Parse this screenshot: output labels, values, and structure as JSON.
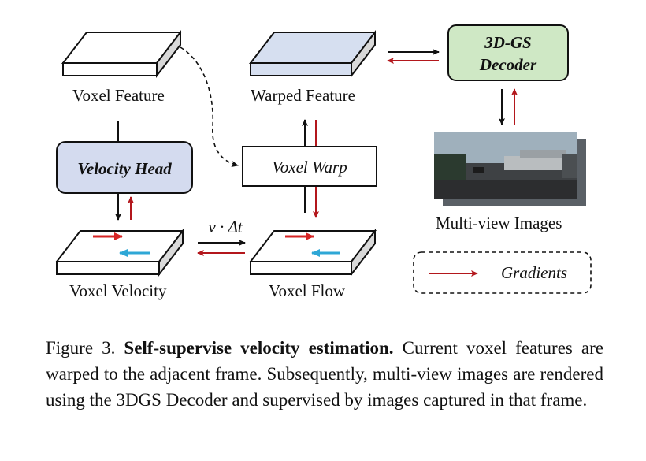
{
  "diagram": {
    "voxel_feature_label": "Voxel Feature",
    "warped_feature_label": "Warped Feature",
    "decoder_label_line1": "3D-GS",
    "decoder_label_line2": "Decoder",
    "velocity_head_label": "Velocity Head",
    "voxel_warp_label": "Voxel Warp",
    "multi_view_label": "Multi-view Images",
    "voxel_velocity_label": "Voxel Velocity",
    "voxel_flow_label": "Voxel Flow",
    "v_dt_label": "v · Δt",
    "gradients_label": "Gradients",
    "colors": {
      "forward": "#111111",
      "gradient": "#b3171c",
      "blue_arrow": "#2ea7d6",
      "red_arrow": "#d62424",
      "decoder_fill": "#cfe8c5",
      "velocity_fill": "#d4dbef",
      "warped_top": "#d6dff0"
    }
  },
  "caption": {
    "prefix": "Figure 3.",
    "bold": "Self-supervise velocity estimation.",
    "text": "Current voxel features are warped to the adjacent frame. Subsequently, multi-view images are rendered using the 3DGS Decoder and supervised by images captured in that frame."
  }
}
